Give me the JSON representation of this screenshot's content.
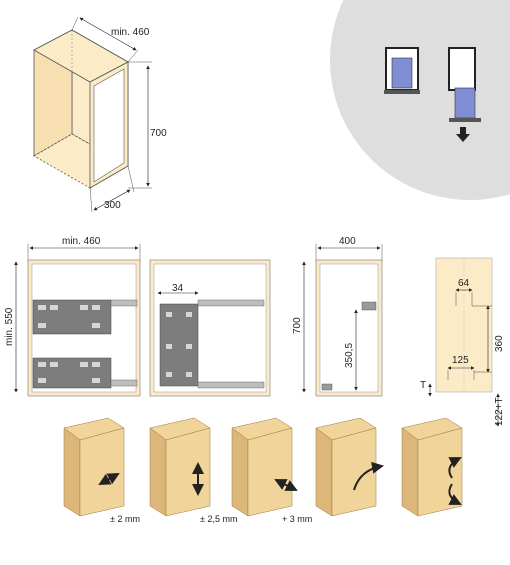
{
  "top_view": {
    "width_label": "min. 460",
    "height_label": "700",
    "depth_label": "300"
  },
  "front_views": {
    "width_label": "min. 460",
    "height_label": "min. 550",
    "offset_label": "34",
    "side_width_label": "400",
    "side_height_label": "700",
    "side_mid_label": "350,5"
  },
  "door_panel": {
    "hole_spacing_label": "64",
    "hole_height_label": "360",
    "hole_offset_label": "125",
    "thickness_symbol": "T",
    "bottom_label": "122+T"
  },
  "adjustments": [
    {
      "label": "± 2 mm"
    },
    {
      "label": "± 2,5 mm"
    },
    {
      "label": "+ 3 mm"
    },
    {
      "label": ""
    },
    {
      "label": ""
    }
  ],
  "colors": {
    "wood": "#fcebc7",
    "door_wood": "#f0d49a",
    "door_side": "#dcb779",
    "metal": "#7d7d7d",
    "circle_bg": "#dedede",
    "basket_blue": "#7f8ed4"
  }
}
